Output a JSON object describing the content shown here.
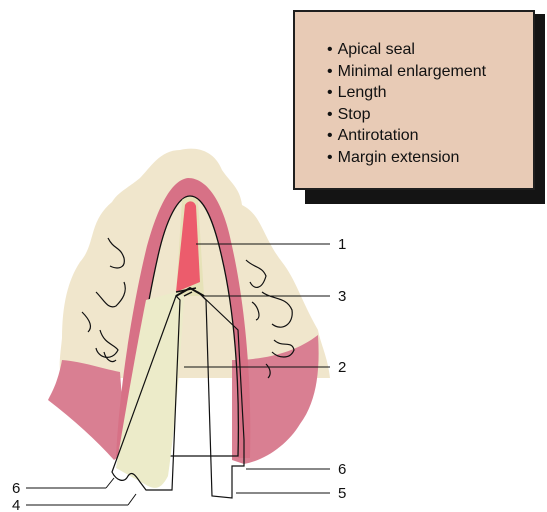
{
  "legend": {
    "items": [
      "Apical seal",
      "Minimal enlargement",
      "Length",
      "Stop",
      "Antirotation",
      "Margin extension"
    ]
  },
  "callouts": {
    "c1": "1",
    "c2": "2",
    "c3": "3",
    "c4": "4",
    "c5": "5",
    "c6_left": "6",
    "c6_right": "6"
  },
  "colors": {
    "bone": "#f0e6cc",
    "gingiva": "#d97f92",
    "periodontal_ligament": "#d77186",
    "gutta_percha": "#ec5c6c",
    "post_and_root": "#ecebc9",
    "legend_box": "#e8cbb6",
    "outline": "#1a1a1a"
  }
}
